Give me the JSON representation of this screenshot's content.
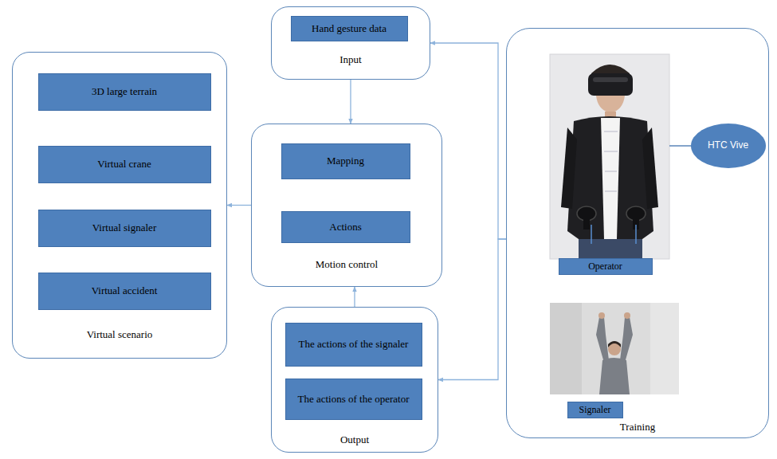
{
  "diagram": {
    "nodes": [
      {
        "text": [
          "Virtual scenario"
        ]
      },
      {
        "text": [
          "3D large terrain"
        ],
        "in": 0
      },
      {
        "text": [
          "Virtual crane"
        ],
        "in": 0
      },
      {
        "text": [
          "Virtual signaler"
        ],
        "in": 0
      },
      {
        "text": [
          "Virtual accident"
        ],
        "in": 0
      },
      {
        "text": [
          "Input"
        ]
      },
      {
        "text": [
          "Hand gesture data"
        ],
        "in": 5
      },
      {
        "text": [
          "Motion control"
        ]
      },
      {
        "text": [
          "Mapping"
        ],
        "in": 7
      },
      {
        "text": [
          "Actions"
        ],
        "in": 7
      },
      {
        "text": [
          "Output"
        ]
      },
      {
        "text": [
          "The actions of the signaler"
        ],
        "in": 10
      },
      {
        "text": [
          "The actions of the operator"
        ],
        "in": 10
      },
      {
        "text": [
          "Training"
        ]
      },
      {
        "text": [
          "Operator"
        ],
        "in": 13
      },
      {
        "text": [
          "Signaler"
        ],
        "in": 13
      },
      {
        "text": [
          "HTC Vive"
        ],
        "in": 13
      }
    ],
    "edges": [
      {
        "from": 5,
        "to": 7,
        "arrow": "to"
      },
      {
        "from": 7,
        "to": 0,
        "arrow": "to"
      },
      {
        "from": 10,
        "to": 7,
        "arrow": "to"
      },
      {
        "from": 13,
        "to": 5,
        "arrow": "to"
      },
      {
        "from": 13,
        "to": 10,
        "arrow": "to"
      }
    ]
  }
}
